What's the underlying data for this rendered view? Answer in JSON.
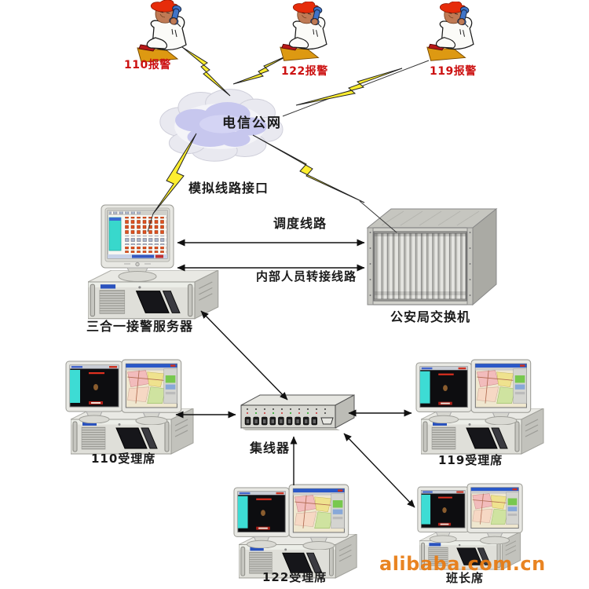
{
  "diagram": {
    "callers": [
      {
        "label": "110报警"
      },
      {
        "label": "122报警"
      },
      {
        "label": "119报警"
      }
    ],
    "cloud": {
      "label": "电信公网"
    },
    "links": {
      "analog_interface": "模拟线路接口",
      "dispatch_line": "调度线路",
      "internal_transfer_line": "内部人员转接线路"
    },
    "nodes": {
      "server": "三合一接警服务器",
      "police_switch": "公安局交换机",
      "hub": "集线器",
      "seat_110": "110受理席",
      "seat_119": "119受理席",
      "seat_122": "122受理席",
      "seat_chief": "班长席"
    },
    "watermark": "alibaba.com.cn",
    "colors": {
      "alarm_label": "#cc1111",
      "lightning": "#fdee30",
      "cloud_inner": "#c7c7ee",
      "watermark": "#e87a10"
    }
  }
}
